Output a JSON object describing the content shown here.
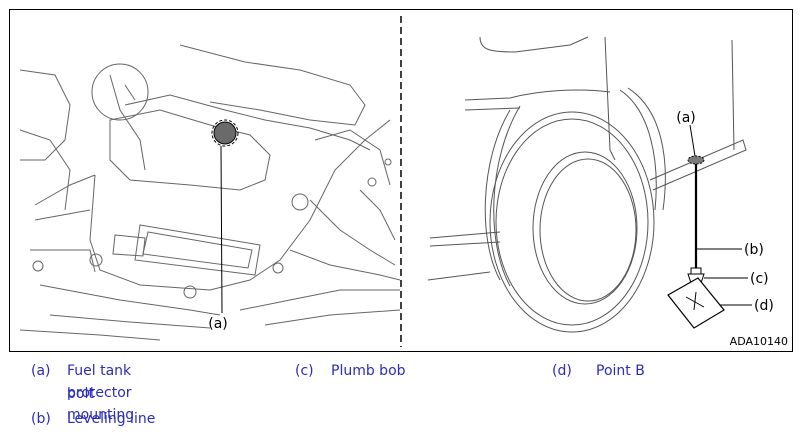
{
  "figure": {
    "code": "ADA10140",
    "callouts": {
      "left_a": "(a)",
      "right_a": "(a)",
      "right_b": "(b)",
      "right_c": "(c)",
      "right_d": "(d)"
    }
  },
  "legend": {
    "items": [
      {
        "key": "(a)",
        "text_line1": "Fuel tank protector mounting",
        "text_line2": "bolt"
      },
      {
        "key": "(b)",
        "text_line1": "Leveling line"
      },
      {
        "key": "(c)",
        "text_line1": "Plumb bob"
      },
      {
        "key": "(d)",
        "text_line1": "Point B"
      }
    ]
  },
  "colors": {
    "legend_text": "#2b2bbd",
    "line": "#000000",
    "sketch": "#555555"
  }
}
